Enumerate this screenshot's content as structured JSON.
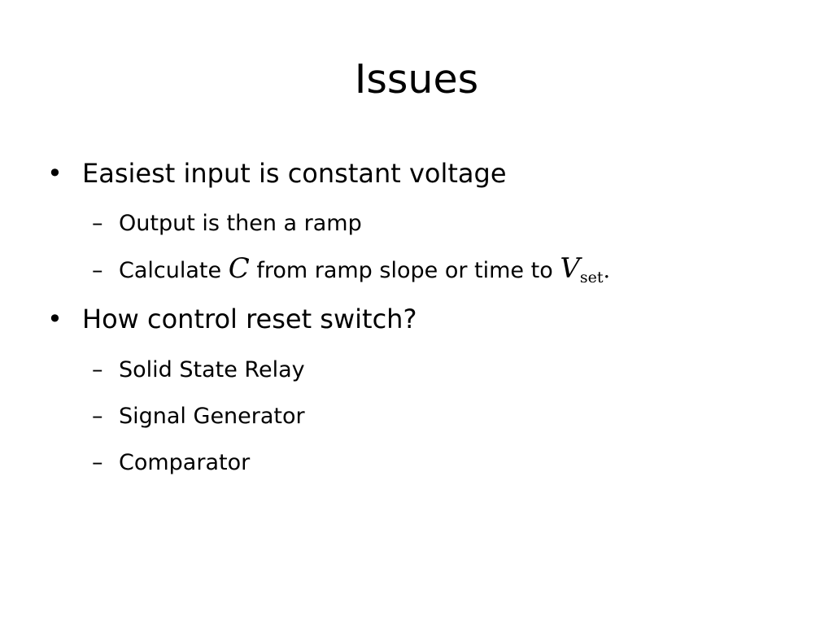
{
  "slide": {
    "title": "Issues",
    "bullets": [
      {
        "text": "Easiest input is constant voltage",
        "subs": [
          {
            "text": "Output is then a ramp"
          },
          {
            "prefix": "Calculate",
            "var_c": "C",
            "middle": "from ramp slope or time to",
            "var_v": "V",
            "var_v_sub": "set",
            "end": "."
          }
        ]
      },
      {
        "text": "How control reset switch?",
        "subs": [
          {
            "text": "Solid State Relay"
          },
          {
            "text": "Signal Generator"
          },
          {
            "text": "Comparator"
          }
        ]
      }
    ],
    "bullet_glyph": "•",
    "dash_glyph": "–"
  }
}
